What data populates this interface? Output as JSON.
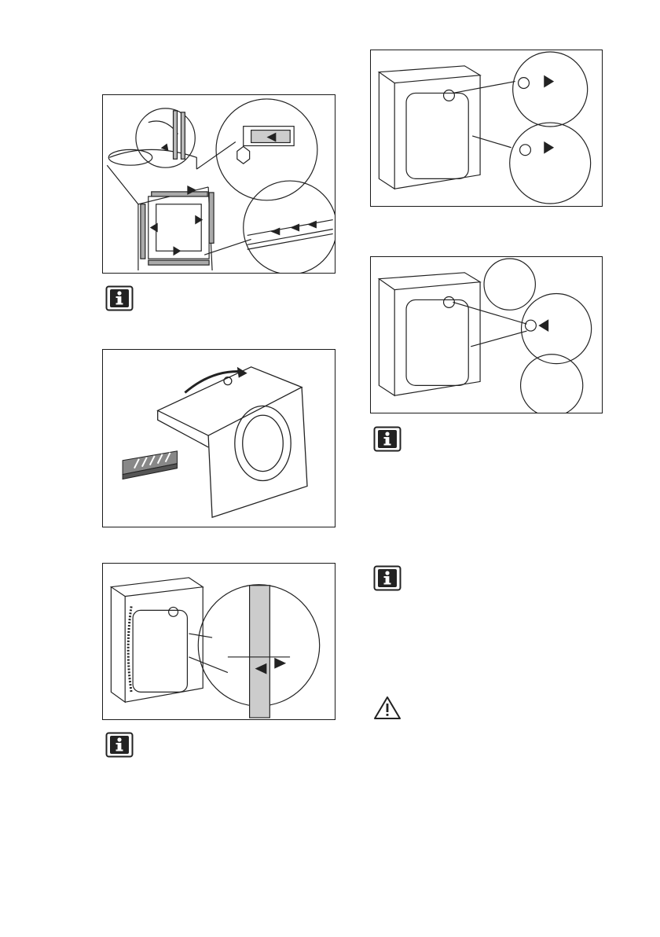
{
  "figures": [
    {
      "name": "remove-transport-strips-figure"
    },
    {
      "name": "tilt-appliance-figure"
    },
    {
      "name": "release-hose-clip-figure"
    },
    {
      "name": "remove-transit-bolts-figure"
    },
    {
      "name": "insert-plastic-caps-figure"
    }
  ],
  "icons": {
    "info": "info-icon",
    "warning": "warning-icon"
  },
  "footer": {
    "text": ""
  }
}
